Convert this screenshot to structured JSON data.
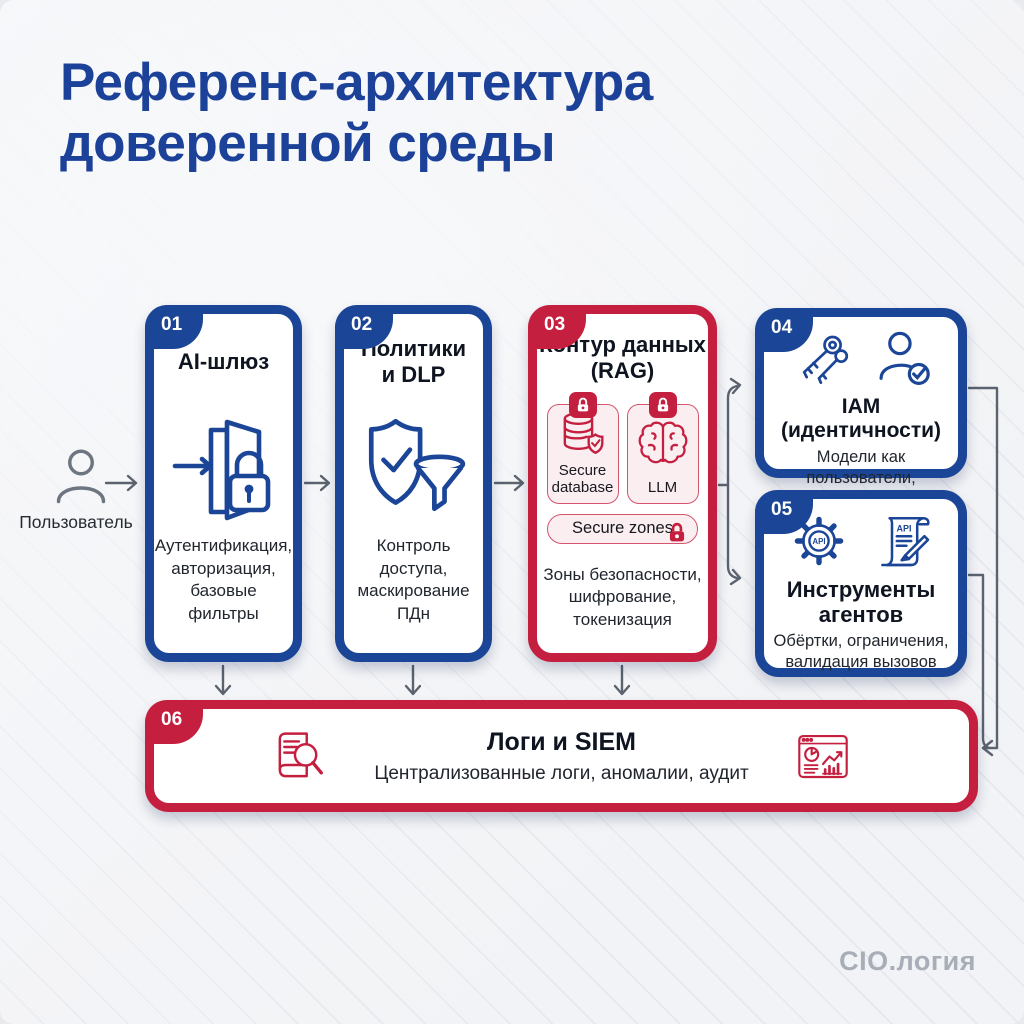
{
  "title": {
    "line1": "Референс-архитектура",
    "line2": "доверенной среды"
  },
  "actor": {
    "label": "Пользователь"
  },
  "nodes": {
    "n1": {
      "number": "01",
      "title": "AI-шлюз",
      "desc": "Аутентификация,\nавторизация,\nбазовые фильтры"
    },
    "n2": {
      "number": "02",
      "title": "Политики\nи DLP",
      "desc": "Контроль доступа,\nмаскирование\nПДн"
    },
    "n3": {
      "number": "03",
      "title": "Контур данных\n(RAG)",
      "card1": "Secure\ndatabase",
      "card2": "LLM",
      "pill": "Secure zones",
      "desc": "Зоны безопасности,\nшифрование,\nтокенизация"
    },
    "n4": {
      "number": "04",
      "title": "IAM (идентичности)",
      "desc": "Модели как пользователи,\nсервисные аккаунты"
    },
    "n5": {
      "number": "05",
      "title": "Инструменты\nагентов",
      "desc": "Обёртки, ограничения,\nвалидация вызовов"
    },
    "n6": {
      "number": "06",
      "title": "Логи и SIEM",
      "desc": "Централизованные логи, аномалии, аудит"
    }
  },
  "icon_labels": {
    "gear_api": "API",
    "scroll_api": "API"
  },
  "brand": "CIO.логия",
  "colors": {
    "blue": "#1b4596",
    "red": "#c51f3f",
    "title_navy": "#1c4199",
    "arrow_gray": "#5a636e",
    "card_pink": "#faeef1"
  }
}
